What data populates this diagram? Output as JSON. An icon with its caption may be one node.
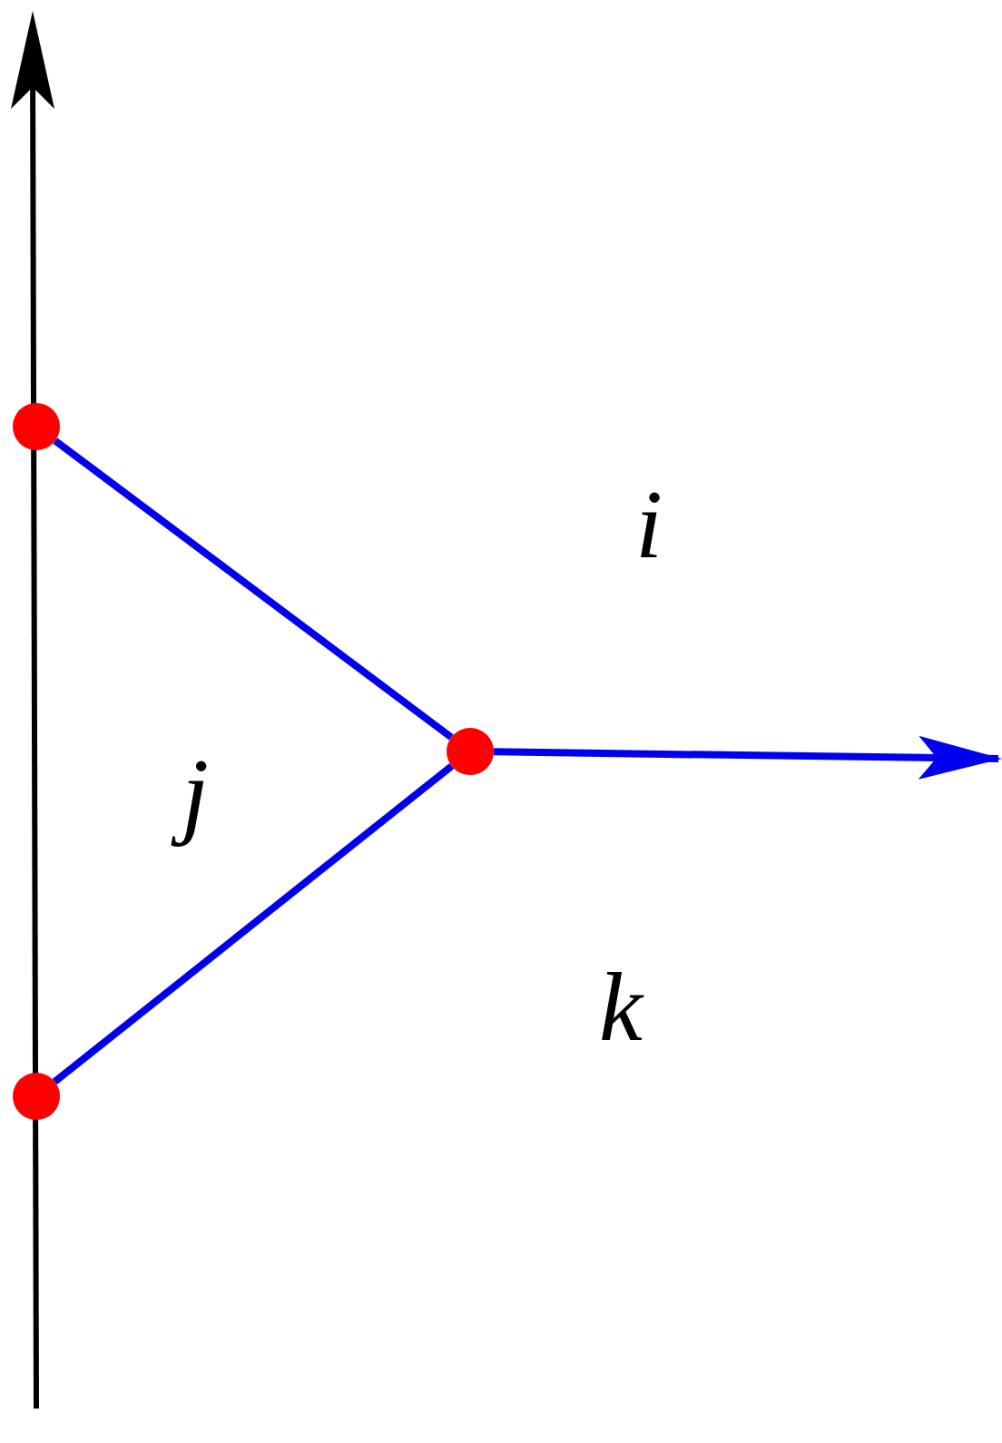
{
  "diagram": {
    "nodes": [
      {
        "text": [],
        "shape": "circle"
      },
      {
        "text": [],
        "shape": "circle"
      },
      {
        "text": [],
        "shape": "circle"
      }
    ],
    "edges": [
      {
        "from": 0,
        "to": 1,
        "arrow": "none"
      },
      {
        "from": 2,
        "to": 1,
        "arrow": "none"
      },
      {
        "from": 1,
        "to": null,
        "arrow": "to"
      }
    ],
    "labels": [
      "i",
      "j",
      "k"
    ]
  }
}
